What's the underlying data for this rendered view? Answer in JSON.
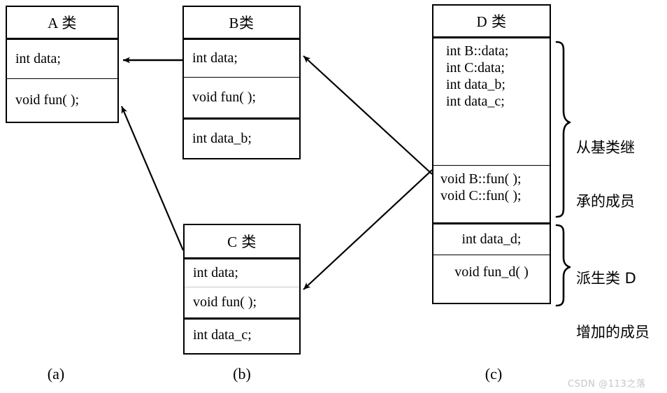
{
  "diagram": {
    "title_a": "A 类",
    "title_b": "B类",
    "title_c": "C 类",
    "title_d": "D 类",
    "class_a": {
      "name": "A 类",
      "data_members": "int data;",
      "methods": "void fun( );"
    },
    "class_b": {
      "name": "B类",
      "inherited_data": "int data;",
      "inherited_method": "void fun( );",
      "own_data": "int data_b;"
    },
    "class_c": {
      "name": "C 类",
      "inherited_data": "int data;",
      "inherited_method": "void fun( );",
      "own_data": "int data_c;"
    },
    "class_d": {
      "name": "D 类",
      "inherited_data": [
        "int B::data;",
        "int C:data;",
        "int data_b;",
        "int data_c;"
      ],
      "inherited_methods": [
        "void B::fun( );",
        "void C::fun( );"
      ],
      "own_data": "int data_d;",
      "own_method": "void fun_d( )"
    },
    "annotations": {
      "inherited": [
        "从基类继",
        "承的成员"
      ],
      "added": [
        "派生类 D",
        "增加的成员"
      ]
    },
    "figure_labels": {
      "a": "(a)",
      "b": "(b)",
      "c": "(c)"
    },
    "watermark": "CSDN @113之落",
    "colors": {
      "line": "#000000",
      "background": "#ffffff",
      "light_divider": "#c8c8c8",
      "watermark": "#c6c6c6"
    }
  }
}
